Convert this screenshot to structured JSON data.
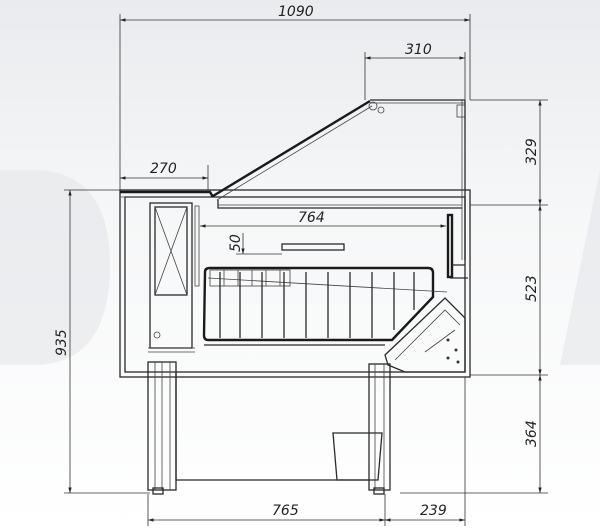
{
  "drawing": {
    "dimensions": {
      "total_width": "1090",
      "top_glass_depth": "310",
      "rear_counter": "270",
      "inner_width": "764",
      "shelf_gap": "50",
      "total_height": "935",
      "glass_height": "329",
      "body_height": "523",
      "leg_height": "364",
      "base_depth": "765",
      "front_overhang": "239"
    },
    "colors": {
      "line": "#2a2a2a",
      "background": "#f4f5f6"
    }
  }
}
